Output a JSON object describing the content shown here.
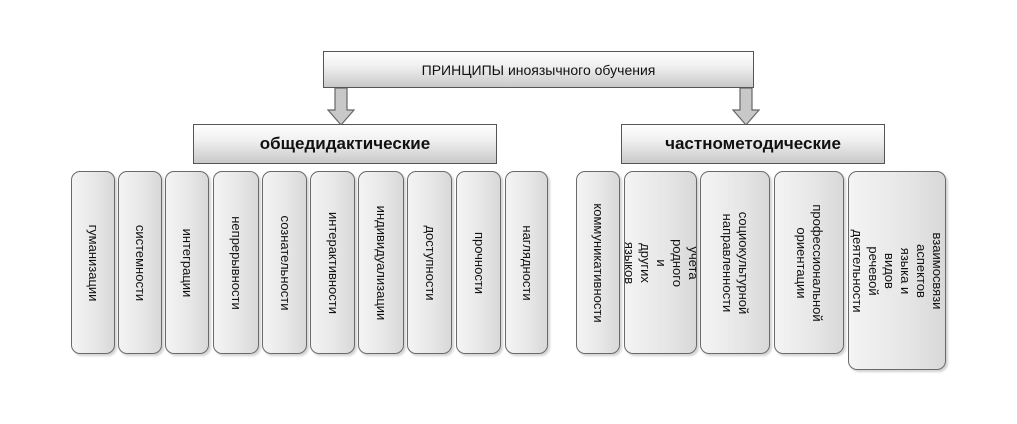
{
  "title": "ПРИНЦИПЫ иноязычного обучения",
  "categories": {
    "general": "общедидактические",
    "specific": "частнометодические"
  },
  "general_principles": [
    "гуманизации",
    "системности",
    "интеграции",
    "непрерывности",
    "сознательности",
    "интерактивности",
    "индивидуализации",
    "доступности",
    "прочности",
    "наглядности"
  ],
  "specific_principles": [
    "коммуникативности",
    "учета родного и\nдругих языков",
    "социокультурной\nнаправленности",
    "профессиональной\nориентации",
    "взаимосвязи аспектов\nязыка и видов речевой\nдеятельности"
  ],
  "colors": {
    "border": "#555555",
    "box_fill": "#e6e6e6",
    "arrow_fill": "#c8c8c8",
    "text": "#111111"
  }
}
